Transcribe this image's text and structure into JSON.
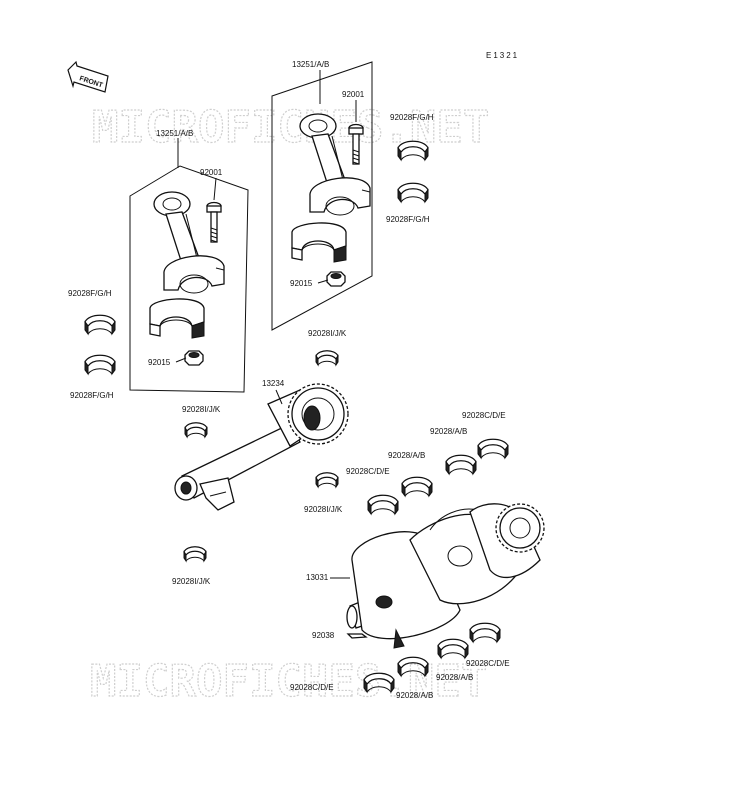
{
  "diagram": {
    "code": "E1321",
    "front_label": "FRONT",
    "watermark": "MICROFICHES.NET",
    "labels": {
      "rod_left": "13251/A/B",
      "rod_right": "13251/A/B",
      "bolt_left": "92001",
      "bolt_right": "92001",
      "nut_left": "92015",
      "nut_right": "92015",
      "bearing_rod_l_top": "92028F/G/H",
      "bearing_rod_l_bot": "92028F/G/H",
      "bearing_rod_r_top": "92028F/G/H",
      "bearing_rod_r_bot": "92028F/G/H",
      "balancer": "13234",
      "bal_bearing_1": "92028I/J/K",
      "bal_bearing_2": "92028I/J/K",
      "bal_bearing_3": "92028I/J/K",
      "bal_bearing_4": "92028I/J/K",
      "main_cde_1": "92028C/D/E",
      "main_cde_2": "92028C/D/E",
      "main_cde_3": "92028C/D/E",
      "main_cde_4": "92028C/D/E",
      "main_ab_1": "92028/A/B",
      "main_ab_2": "92028/A/B",
      "main_ab_3": "92028/A/B",
      "main_ab_4": "92028/A/B",
      "crankshaft": "13031",
      "key": "92038"
    }
  }
}
